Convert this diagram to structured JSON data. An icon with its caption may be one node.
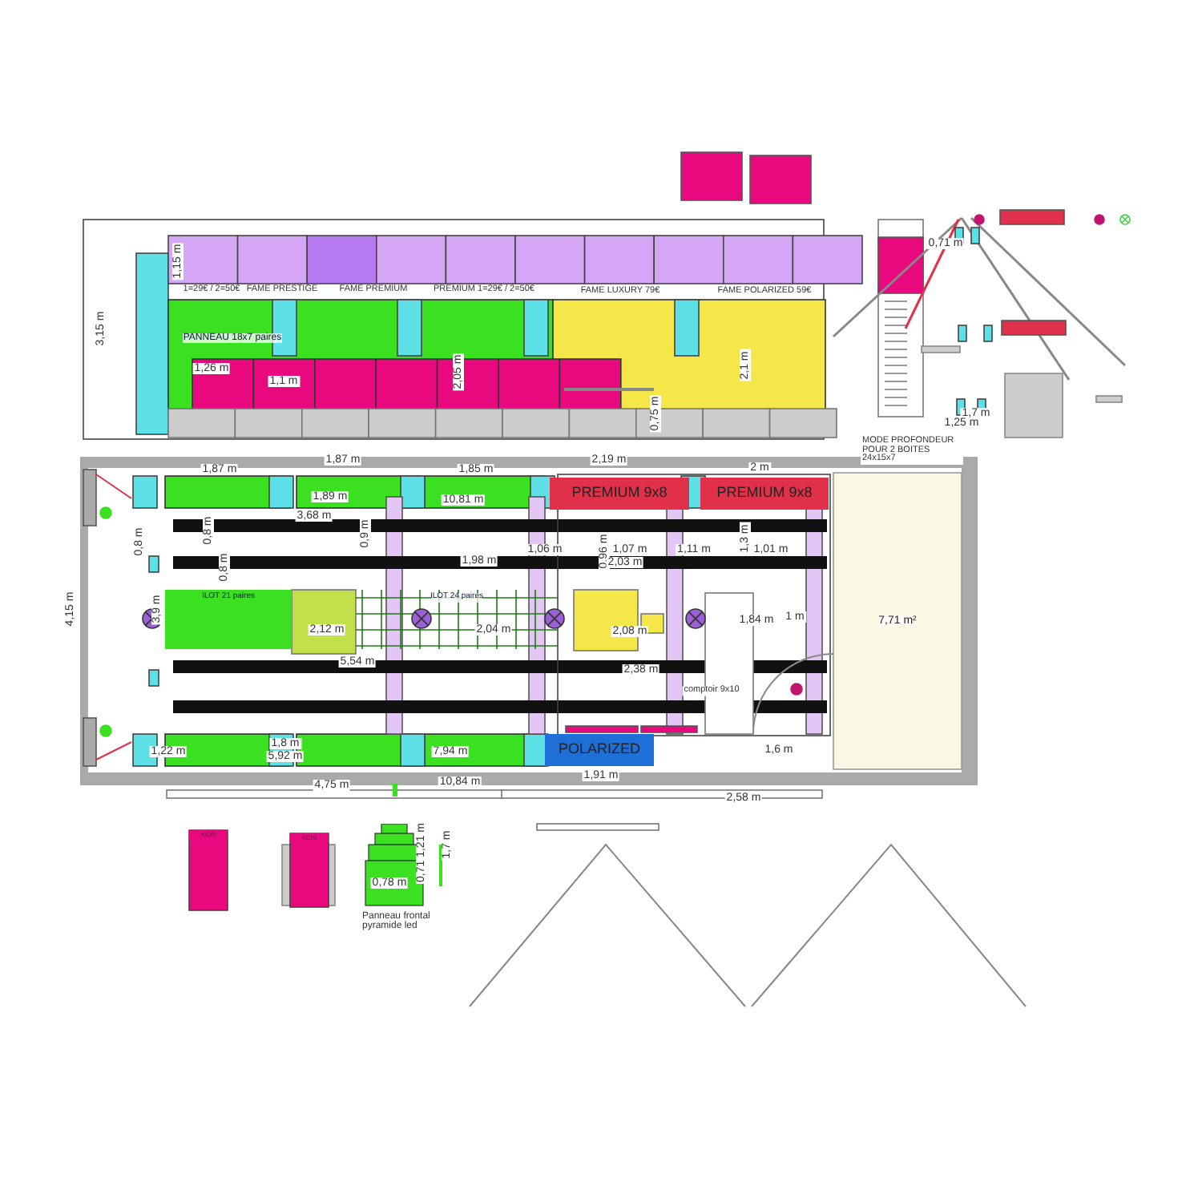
{
  "diagram": {
    "nodes": [
      {
        "text": [
          "PANNEAU 18x7 paires"
        ]
      },
      {
        "text": [
          "PREMIUM 9x8"
        ]
      },
      {
        "text": [
          "PREMIUM 9x8"
        ]
      },
      {
        "text": [
          "ILOT 21 paires"
        ]
      },
      {
        "text": [
          "ILOT 24 paires"
        ]
      },
      {
        "text": [
          "POLARIZED"
        ]
      },
      {
        "text": [
          "7,71 m²"
        ]
      },
      {
        "text": [
          "KIDS"
        ]
      },
      {
        "text": [
          "KIDS"
        ]
      },
      {
        "text": [
          "Panneau frontal pyramide led"
        ]
      }
    ],
    "labels": [
      "1,15 m",
      "3,15 m",
      "1=29€ / 2=50€",
      "FAME PRESTIGE",
      "FAME PREMIUM",
      "PREMIUM 1=29€ / 2=50€",
      "FAME LUXURY 79€",
      "FAME POLARIZED 59€",
      "1,26 m",
      "1,1 m",
      "2,05 m",
      "2,1 m",
      "0,75 m",
      "0,71 m",
      "1,7 m",
      "1,25 m",
      "1,87 m",
      "1,87 m",
      "1,85 m",
      "2,19 m",
      "2 m",
      "1,89 m",
      "10,81 m",
      "3,68 m",
      "0,8 m",
      "0,8 m",
      "0,9 m",
      "1,06 m",
      "0,96 m",
      "1,07 m",
      "1,11 m",
      "1,01 m",
      "1,3 m",
      "1,98 m",
      "2,03 m",
      "0,8 m",
      "3,9 m",
      "5,54 m",
      "2,12 m",
      "2,04 m",
      "2,08 m",
      "1,84 m",
      "1 m",
      "2,38 m",
      "4,15 m",
      "1,22 m",
      "1,8 m",
      "5,92 m",
      "7,94 m",
      "1,6 m",
      "1,91 m",
      "4,75 m",
      "10,84 m",
      "2,58 m",
      "1,7 m",
      "0,71 1,21 m",
      "0,78 m",
      "MODE PROFONDEUR POUR 2 BOITES 24x15x7",
      "comptoir 9x10"
    ]
  }
}
